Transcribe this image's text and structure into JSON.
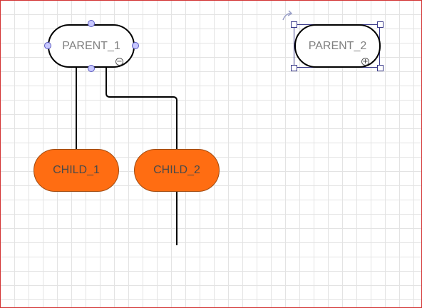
{
  "diagram": {
    "parent_1": {
      "label": "PARENT_1",
      "toggle": "−",
      "toggle_icon": "collapse-minus-icon"
    },
    "parent_2": {
      "label": "PARENT_2",
      "toggle": "+",
      "toggle_icon": "expand-plus-icon",
      "selected": true
    },
    "child_1": {
      "label": "CHILD_1"
    },
    "child_2": {
      "label": "CHILD_2"
    }
  },
  "colors": {
    "child_fill": "#ff6d12",
    "parent_fill": "#ffffff",
    "selection": "#3b3b8a",
    "connector": "#000000",
    "canvas_border": "#d33333"
  }
}
